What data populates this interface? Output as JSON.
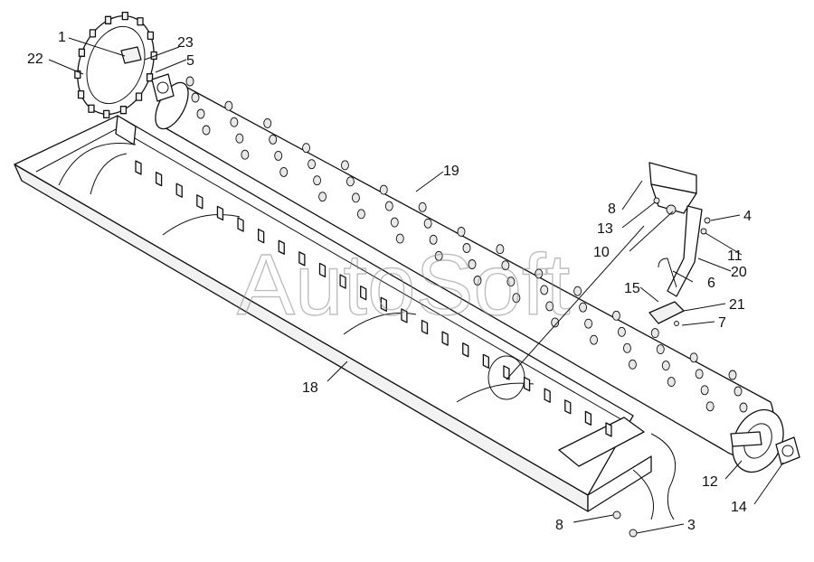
{
  "watermark": "AutoSoft",
  "callouts": [
    {
      "id": "c1",
      "text": "1"
    },
    {
      "id": "c22",
      "text": "22"
    },
    {
      "id": "c23",
      "text": "23"
    },
    {
      "id": "c5",
      "text": "5"
    },
    {
      "id": "c19",
      "text": "19"
    },
    {
      "id": "c8a",
      "text": "8"
    },
    {
      "id": "c13",
      "text": "13"
    },
    {
      "id": "c10",
      "text": "10"
    },
    {
      "id": "c4",
      "text": "4"
    },
    {
      "id": "c11",
      "text": "11"
    },
    {
      "id": "c20",
      "text": "20"
    },
    {
      "id": "c6",
      "text": "6"
    },
    {
      "id": "c15",
      "text": "15"
    },
    {
      "id": "c21",
      "text": "21"
    },
    {
      "id": "c7",
      "text": "7"
    },
    {
      "id": "c18",
      "text": "18"
    },
    {
      "id": "c12",
      "text": "12"
    },
    {
      "id": "c14",
      "text": "14"
    },
    {
      "id": "c8b",
      "text": "8"
    },
    {
      "id": "c3",
      "text": "3"
    }
  ]
}
